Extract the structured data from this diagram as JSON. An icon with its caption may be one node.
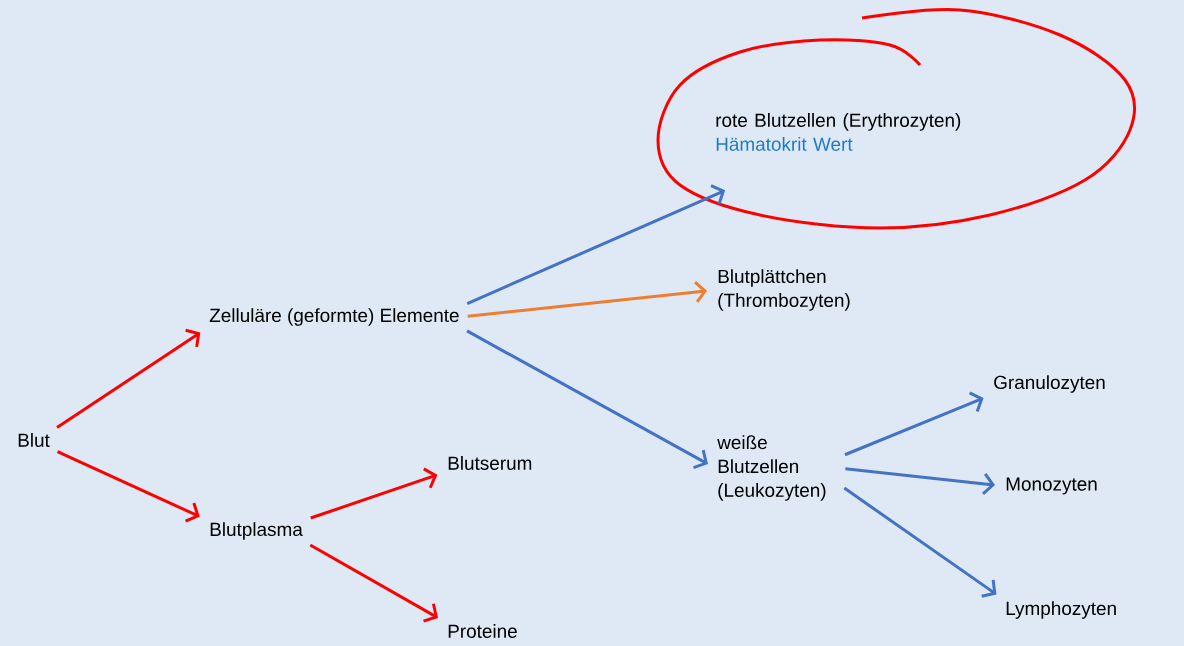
{
  "diagram": {
    "nodes": [
      {
        "text": [
          "Blut"
        ]
      },
      {
        "text": [
          "Zelluläre (geformte) Elemente"
        ]
      },
      {
        "text": [
          "Blutplasma"
        ]
      },
      {
        "text": [
          "rote Blutzellen (Erythrozyten)",
          "Hämatokrit Wert"
        ]
      },
      {
        "text": [
          "Blutplättchen (Thrombozyten)"
        ]
      },
      {
        "text": [
          "weiße Blutzellen (Leukozyten)"
        ]
      },
      {
        "text": [
          "Blutserum"
        ]
      },
      {
        "text": [
          "Proteine"
        ]
      },
      {
        "text": [
          "Granulozyten"
        ]
      },
      {
        "text": [
          "Monozyten"
        ]
      },
      {
        "text": [
          "Lymphozyten"
        ]
      }
    ],
    "edges": [
      {
        "from": 0,
        "to": 1,
        "arrow": "to",
        "color": "#ff0000"
      },
      {
        "from": 0,
        "to": 2,
        "arrow": "to",
        "color": "#ff0000"
      },
      {
        "from": 2,
        "to": 6,
        "arrow": "to",
        "color": "#ff0000"
      },
      {
        "from": 2,
        "to": 7,
        "arrow": "to",
        "color": "#ff0000"
      },
      {
        "from": 1,
        "to": 3,
        "arrow": "to"
      },
      {
        "from": 1,
        "to": 4,
        "arrow": "to",
        "color": "#ed7d31"
      },
      {
        "from": 1,
        "to": 5,
        "arrow": "to"
      },
      {
        "from": 5,
        "to": 8,
        "arrow": "to"
      },
      {
        "from": 5,
        "to": 9,
        "arrow": "to"
      },
      {
        "from": 5,
        "to": 10,
        "arrow": "to"
      }
    ]
  }
}
